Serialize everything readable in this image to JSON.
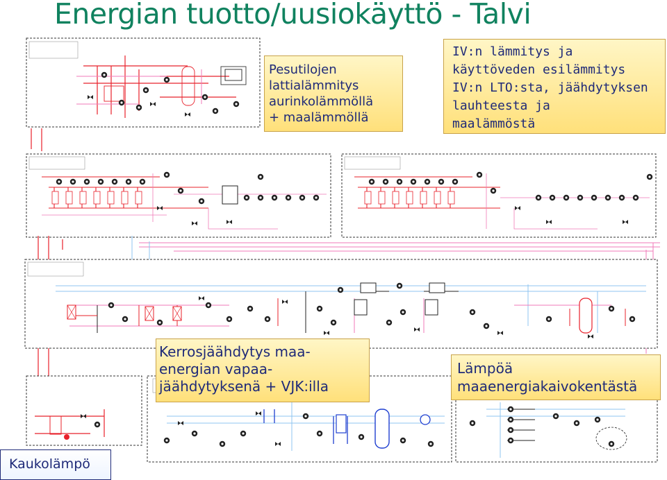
{
  "title": "Energian tuotto/uusiokäyttö - Talvi",
  "colors": {
    "title": "#10825f",
    "callout_text": "#1f2a78",
    "callout_fill": "#ffe98a",
    "pipe_red": "#e8202a",
    "pipe_pink": "#f07ab8",
    "pipe_lightblue": "#8fc4f0",
    "pump_dark": "#222222",
    "sheet_border": "#333333"
  },
  "callouts": {
    "pesutilojen": [
      "Pesutilojen",
      "lattialämmitys",
      "aurinkolämmöllä",
      "+ maalämmöllä"
    ],
    "iv_lammitys": [
      "IV:n lämmitys ja",
      "käyttöveden esilämmitys",
      "IV:n LTO:sta, jäähdytyksen",
      "lauhteesta ja",
      "maalämmöstä"
    ],
    "kerrosjaahdytys": [
      "Kerrosjäähdytys maa-",
      "energian vapaa-",
      "jäähdytyksenä + VJK:illa"
    ],
    "lampoa": [
      "Lämpöä",
      "maaenergiakaivokentästä"
    ],
    "kaukolampo": "Kaukolämpö"
  },
  "icons": [
    "pump-icon",
    "valve-icon",
    "tank-icon",
    "heat-exchanger-icon"
  ]
}
